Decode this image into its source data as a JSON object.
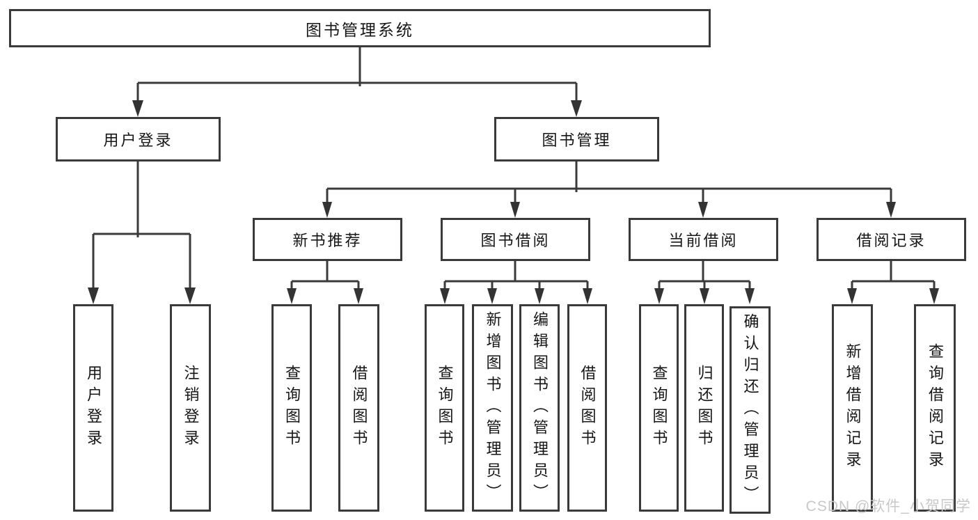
{
  "diagram": {
    "type": "hierarchy-tree",
    "title": "图书管理系统",
    "nodes": {
      "root": {
        "label": "图书管理系统"
      },
      "userLogin": {
        "label": "用户登录"
      },
      "bookMgmt": {
        "label": "图书管理"
      },
      "newBookRec": {
        "label": "新书推荐"
      },
      "bookBorrow": {
        "label": "图书借阅"
      },
      "currentBorrow": {
        "label": "当前借阅"
      },
      "borrowRecords": {
        "label": "借阅记录"
      },
      "leafUserLogin": {
        "label": "用户登录"
      },
      "leafLogout": {
        "label": "注销登录"
      },
      "leafQueryBookRec": {
        "label": "查询图书"
      },
      "leafBorrowBookRec": {
        "label": "借阅图书"
      },
      "leafQueryBookBorrow": {
        "label": "查询图书"
      },
      "leafAddBook": {
        "label": "新增图书（管理员）"
      },
      "leafEditBook": {
        "label": "编辑图书（管理员）"
      },
      "leafBorrowBook": {
        "label": "借阅图书"
      },
      "leafQueryBookCurrent": {
        "label": "查询图书"
      },
      "leafReturnBook": {
        "label": "归还图书"
      },
      "leafConfirmReturn": {
        "label": "确认归还（管理员）"
      },
      "leafAddBorrowRecord": {
        "label": "新增借阅记录"
      },
      "leafQueryBorrowRecord": {
        "label": "查询借阅记录"
      }
    },
    "edges": [
      {
        "from": "root",
        "to": "userLogin"
      },
      {
        "from": "root",
        "to": "bookMgmt"
      },
      {
        "from": "userLogin",
        "to": "leafUserLogin"
      },
      {
        "from": "userLogin",
        "to": "leafLogout"
      },
      {
        "from": "bookMgmt",
        "to": "newBookRec"
      },
      {
        "from": "bookMgmt",
        "to": "bookBorrow"
      },
      {
        "from": "bookMgmt",
        "to": "currentBorrow"
      },
      {
        "from": "bookMgmt",
        "to": "borrowRecords"
      },
      {
        "from": "newBookRec",
        "to": "leafQueryBookRec"
      },
      {
        "from": "newBookRec",
        "to": "leafBorrowBookRec"
      },
      {
        "from": "bookBorrow",
        "to": "leafQueryBookBorrow"
      },
      {
        "from": "bookBorrow",
        "to": "leafAddBook"
      },
      {
        "from": "bookBorrow",
        "to": "leafEditBook"
      },
      {
        "from": "bookBorrow",
        "to": "leafBorrowBook"
      },
      {
        "from": "currentBorrow",
        "to": "leafQueryBookCurrent"
      },
      {
        "from": "currentBorrow",
        "to": "leafReturnBook"
      },
      {
        "from": "currentBorrow",
        "to": "leafConfirmReturn"
      },
      {
        "from": "borrowRecords",
        "to": "leafAddBorrowRecord"
      },
      {
        "from": "borrowRecords",
        "to": "leafQueryBorrowRecord"
      }
    ]
  },
  "watermark": {
    "text": "CSDN @软件_小贺同学"
  },
  "colors": {
    "line": "#3a3a3a",
    "box_border": "#3a3a3a",
    "text": "#161616",
    "watermark": "#c8c8c8",
    "background": "#ffffff"
  }
}
